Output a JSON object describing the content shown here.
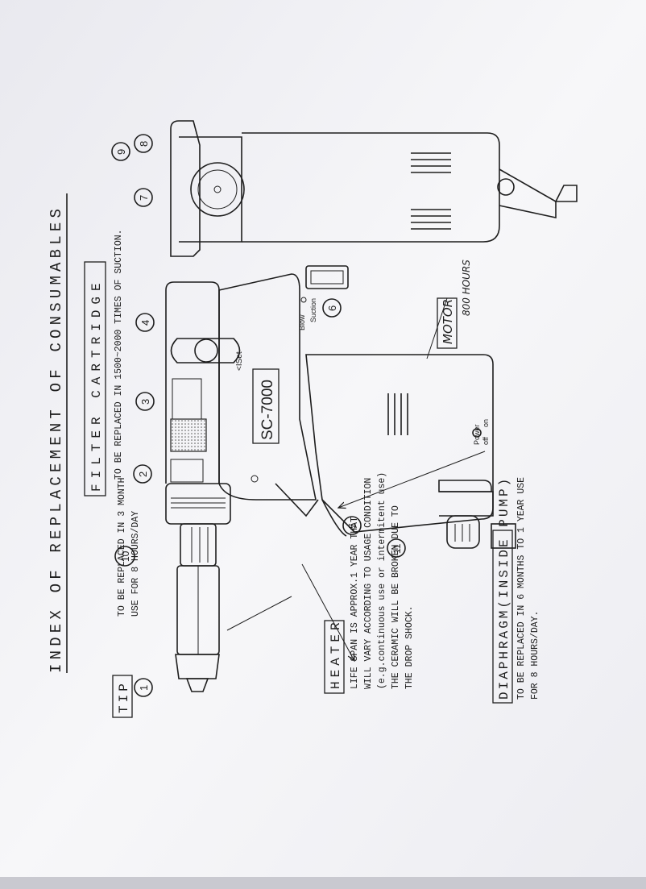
{
  "document": {
    "title": "INDEX OF REPLACEMENT OF CONSUMABLES",
    "model_label": "SC-7000",
    "sections": {
      "tip": {
        "heading": "TIP",
        "lines": [
          "TO BE REPLACED IN 3 MONTH",
          "USE FOR 8 HOURS/DAY"
        ]
      },
      "filter": {
        "heading": "FILTER CARTRIDGE",
        "lines": [
          "TO BE REPLACED IN 1500~2000 TIMES OF SUCTION."
        ]
      },
      "heater": {
        "heading": "HEATER",
        "lines": [
          "LIFE SPAN IS APPROX.1 YEAR  THAT",
          "WILL VARY ACCORDING TO USAGE CONDITION",
          "(e.g.continuous use or intermitent use)",
          "THE CERAMIC WILL BE BROKEN DUE TO",
          "THE DROP SHOCK."
        ]
      },
      "diaphragm": {
        "heading": "DIAPHRAGM(INSIDE PUMP)",
        "lines": [
          "TO BE REPLACED IN 6 MONTHS TO 1 YEAR USE",
          "FOR 8 HOURS/DAY."
        ]
      },
      "motor": {
        "heading": "MOTOR",
        "note": "800 HOURS"
      }
    },
    "gun_labels": {
      "set": "<ISet",
      "blow": "Blow",
      "suction": "Suction",
      "power": "Power",
      "off": "off",
      "on": "on"
    },
    "callouts": [
      "1",
      "2",
      "3",
      "4",
      "5",
      "6",
      "7",
      "8",
      "9",
      "10",
      "11"
    ]
  }
}
